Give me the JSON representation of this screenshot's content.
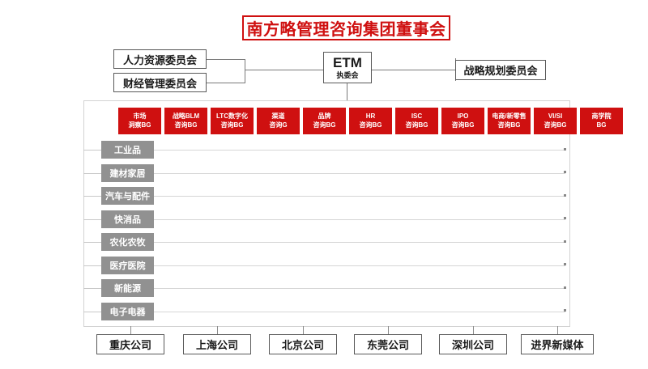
{
  "title": {
    "text": "南方略管理咨询集团董事会",
    "color": "#cf1010"
  },
  "committees": {
    "hr": "人力资源委员会",
    "finance": "财经管理委员会",
    "etm_main": "ETM",
    "etm_sub": "执委会",
    "strategy": "战略规划委员会"
  },
  "business_groups": [
    {
      "line1": "市场",
      "line2": "洞察BG"
    },
    {
      "line1": "战略BLM",
      "line2": "咨询BG"
    },
    {
      "line1": "LTC数字化",
      "line2": "咨询BG"
    },
    {
      "line1": "渠道",
      "line2": "咨询G"
    },
    {
      "line1": "品牌",
      "line2": "咨询BG"
    },
    {
      "line1": "HR",
      "line2": "咨询BG"
    },
    {
      "line1": "ISC",
      "line2": "咨询BG"
    },
    {
      "line1": "IPO",
      "line2": "咨询BG"
    },
    {
      "line1": "电商/新零售",
      "line2": "咨询BG"
    },
    {
      "line1": "VI/SI",
      "line2": "咨询BG"
    },
    {
      "line1": "商学院",
      "line2": "BG"
    }
  ],
  "industries": [
    "工业品",
    "建材家居",
    "汽车与配件",
    "快消品",
    "农化农牧",
    "医疗医院",
    "新能源",
    "电子电器"
  ],
  "companies": [
    "重庆公司",
    "上海公司",
    "北京公司",
    "东莞公司",
    "深圳公司",
    "进界新媒体"
  ],
  "colors": {
    "brand_red": "#cf1010",
    "industry_gray": "#919191",
    "line_gray": "#7a7a7a",
    "matrix_border": "#d2d2d2"
  }
}
